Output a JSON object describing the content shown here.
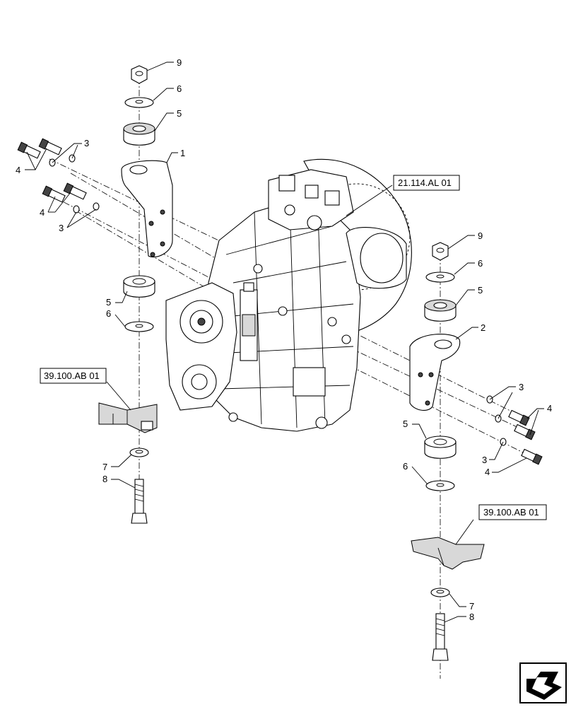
{
  "callouts": {
    "c9_top": "9",
    "c6_top": "6",
    "c5_top": "5",
    "c1": "1",
    "c3_a": "3",
    "c4_a": "4",
    "c4_b": "4",
    "c3_b": "3",
    "c5_left": "5",
    "c6_left": "6",
    "c7_left": "7",
    "c8_left": "8",
    "c9_right": "9",
    "c6_right": "6",
    "c5_right": "5",
    "c2": "2",
    "c3_r1": "3",
    "c4_r1": "4",
    "c3_r2": "3",
    "c4_r2": "4",
    "c5_rlow": "5",
    "c6_rlow": "6",
    "c7_right": "7",
    "c8_right": "8"
  },
  "references": {
    "transmission_ref": "21.114.AL 01",
    "bracket_ref_left": "39.100.AB 01",
    "bracket_ref_right": "39.100.AB 01"
  },
  "icons": {
    "navigation": "next-page-arrow-icon"
  }
}
